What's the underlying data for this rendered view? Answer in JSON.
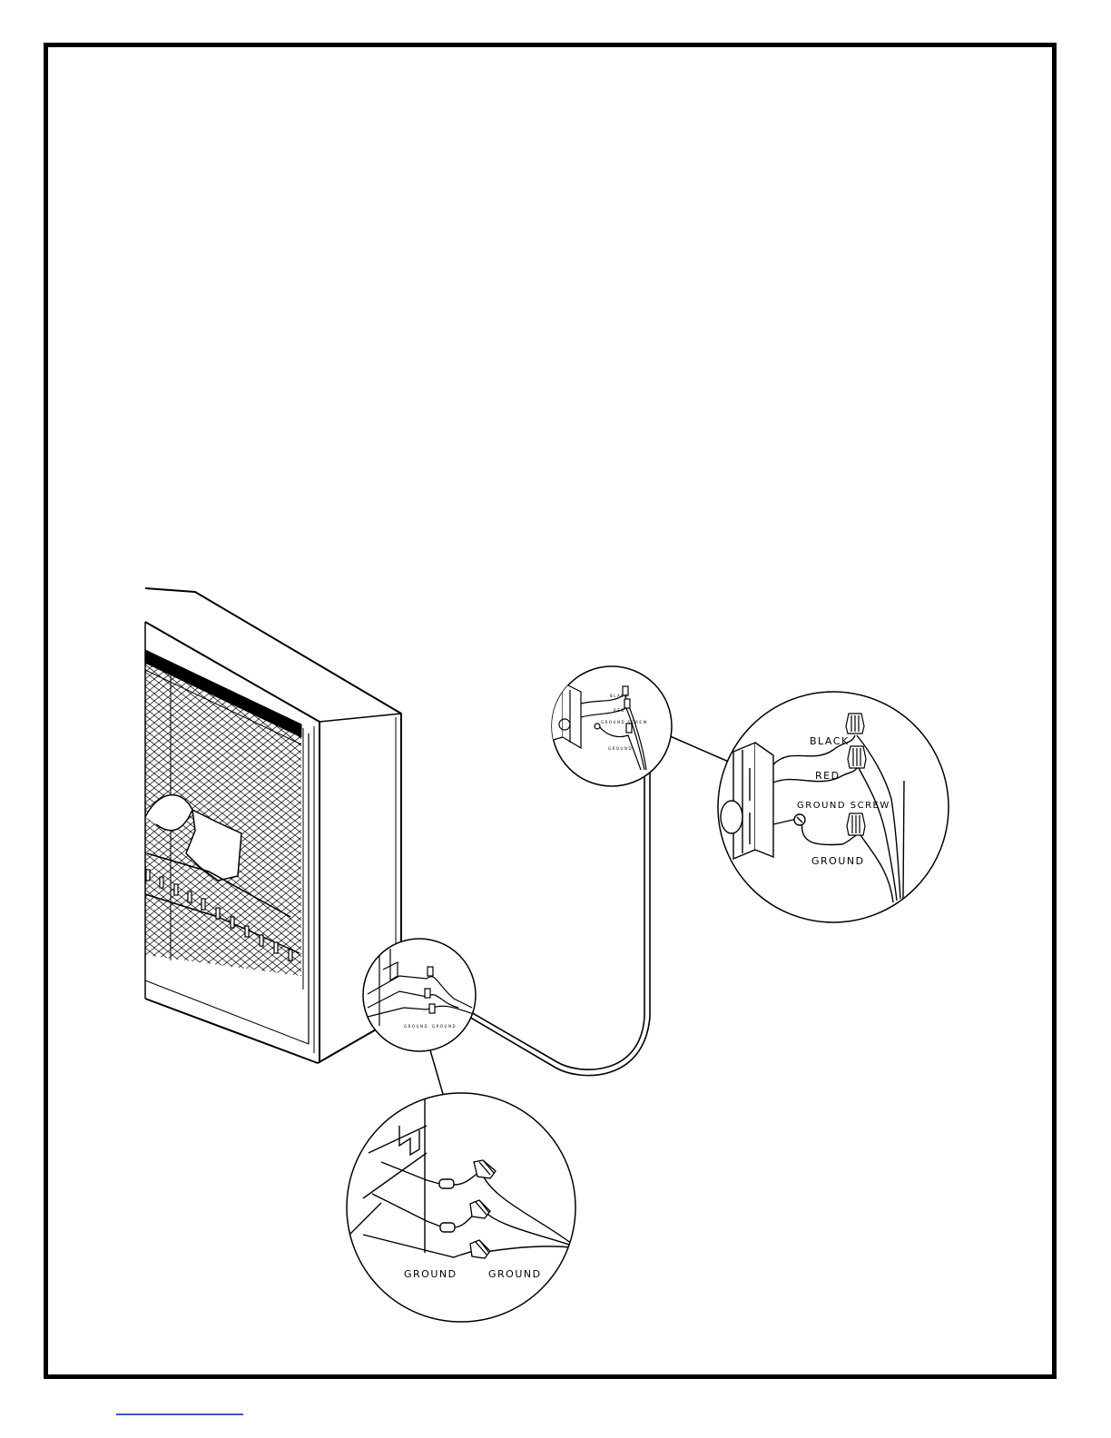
{
  "labels": {
    "black": "BLACK",
    "red": "RED",
    "ground_screw": "GROUND SCREW",
    "ground": "GROUND"
  },
  "colors": {
    "line": "#000000",
    "page": "#ffffff",
    "link": "#3355cc"
  },
  "icons": {
    "wire_nut": "wire-nut-icon",
    "ground_screw": "ground-screw-icon",
    "switch": "wall-switch-icon"
  }
}
